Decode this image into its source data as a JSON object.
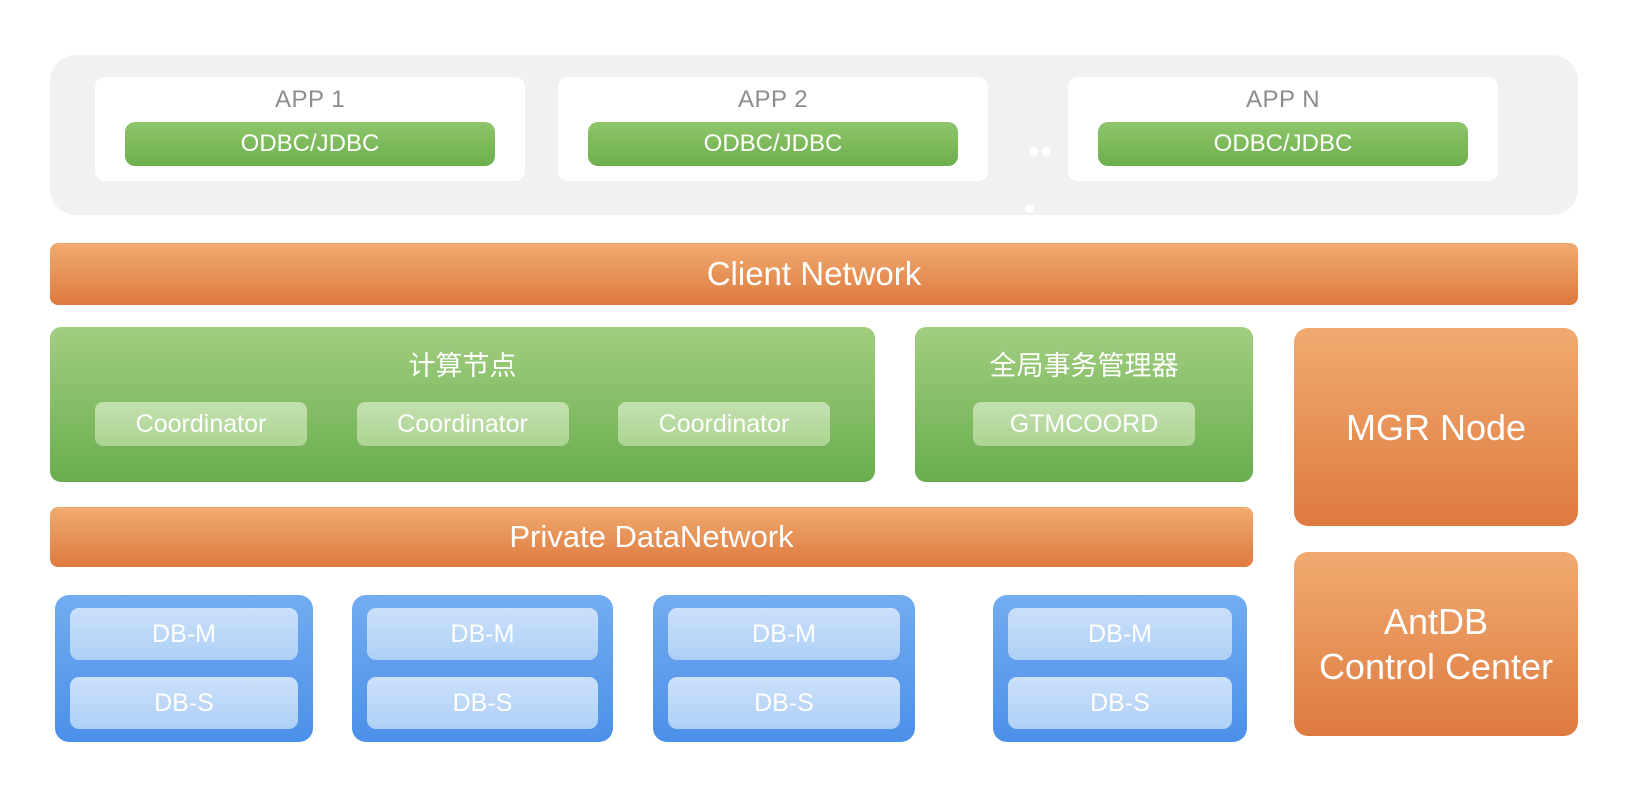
{
  "palette": {
    "page_bg": "#ffffff",
    "app_container_bg": "#f1f1f2",
    "app_card_bg": "#ffffff",
    "app_title_color": "#8c8c8c",
    "orange_gradient_top": "#f0ab70",
    "orange_gradient_bottom": "#de7a40",
    "green_gradient_top": "#a2ce80",
    "green_gradient_bottom": "#69ad4e",
    "green_button_top": "#8fc66b",
    "green_button_bottom": "#6cae4d",
    "green_chip_top": "#c4e0b0",
    "green_chip_bottom": "#abd491",
    "blue_gradient_top": "#73acf0",
    "blue_gradient_bottom": "#4b90e9",
    "blue_chip_top": "#cbe0fa",
    "blue_chip_bottom": "#aed0f6",
    "text_white": "#ffffff"
  },
  "app_layer": {
    "apps": [
      {
        "title": "APP 1",
        "connector": "ODBC/JDBC"
      },
      {
        "title": "APP 2",
        "connector": "ODBC/JDBC"
      },
      {
        "title": "APP N",
        "connector": "ODBC/JDBC"
      }
    ]
  },
  "client_network": {
    "label": "Client Network"
  },
  "compute_node": {
    "title": "计算节点",
    "coordinators": [
      "Coordinator",
      "Coordinator",
      "Coordinator"
    ]
  },
  "gtm": {
    "title": "全局事务管理器",
    "button": "GTMCOORD"
  },
  "mgr_node": {
    "label": "MGR Node"
  },
  "private_network": {
    "label": "Private DataNetwork"
  },
  "db_groups": [
    {
      "master": "DB-M",
      "slave": "DB-S"
    },
    {
      "master": "DB-M",
      "slave": "DB-S"
    },
    {
      "master": "DB-M",
      "slave": "DB-S"
    },
    {
      "master": "DB-M",
      "slave": "DB-S"
    }
  ],
  "control_center": {
    "line1": "AntDB",
    "line2": "Control Center"
  }
}
